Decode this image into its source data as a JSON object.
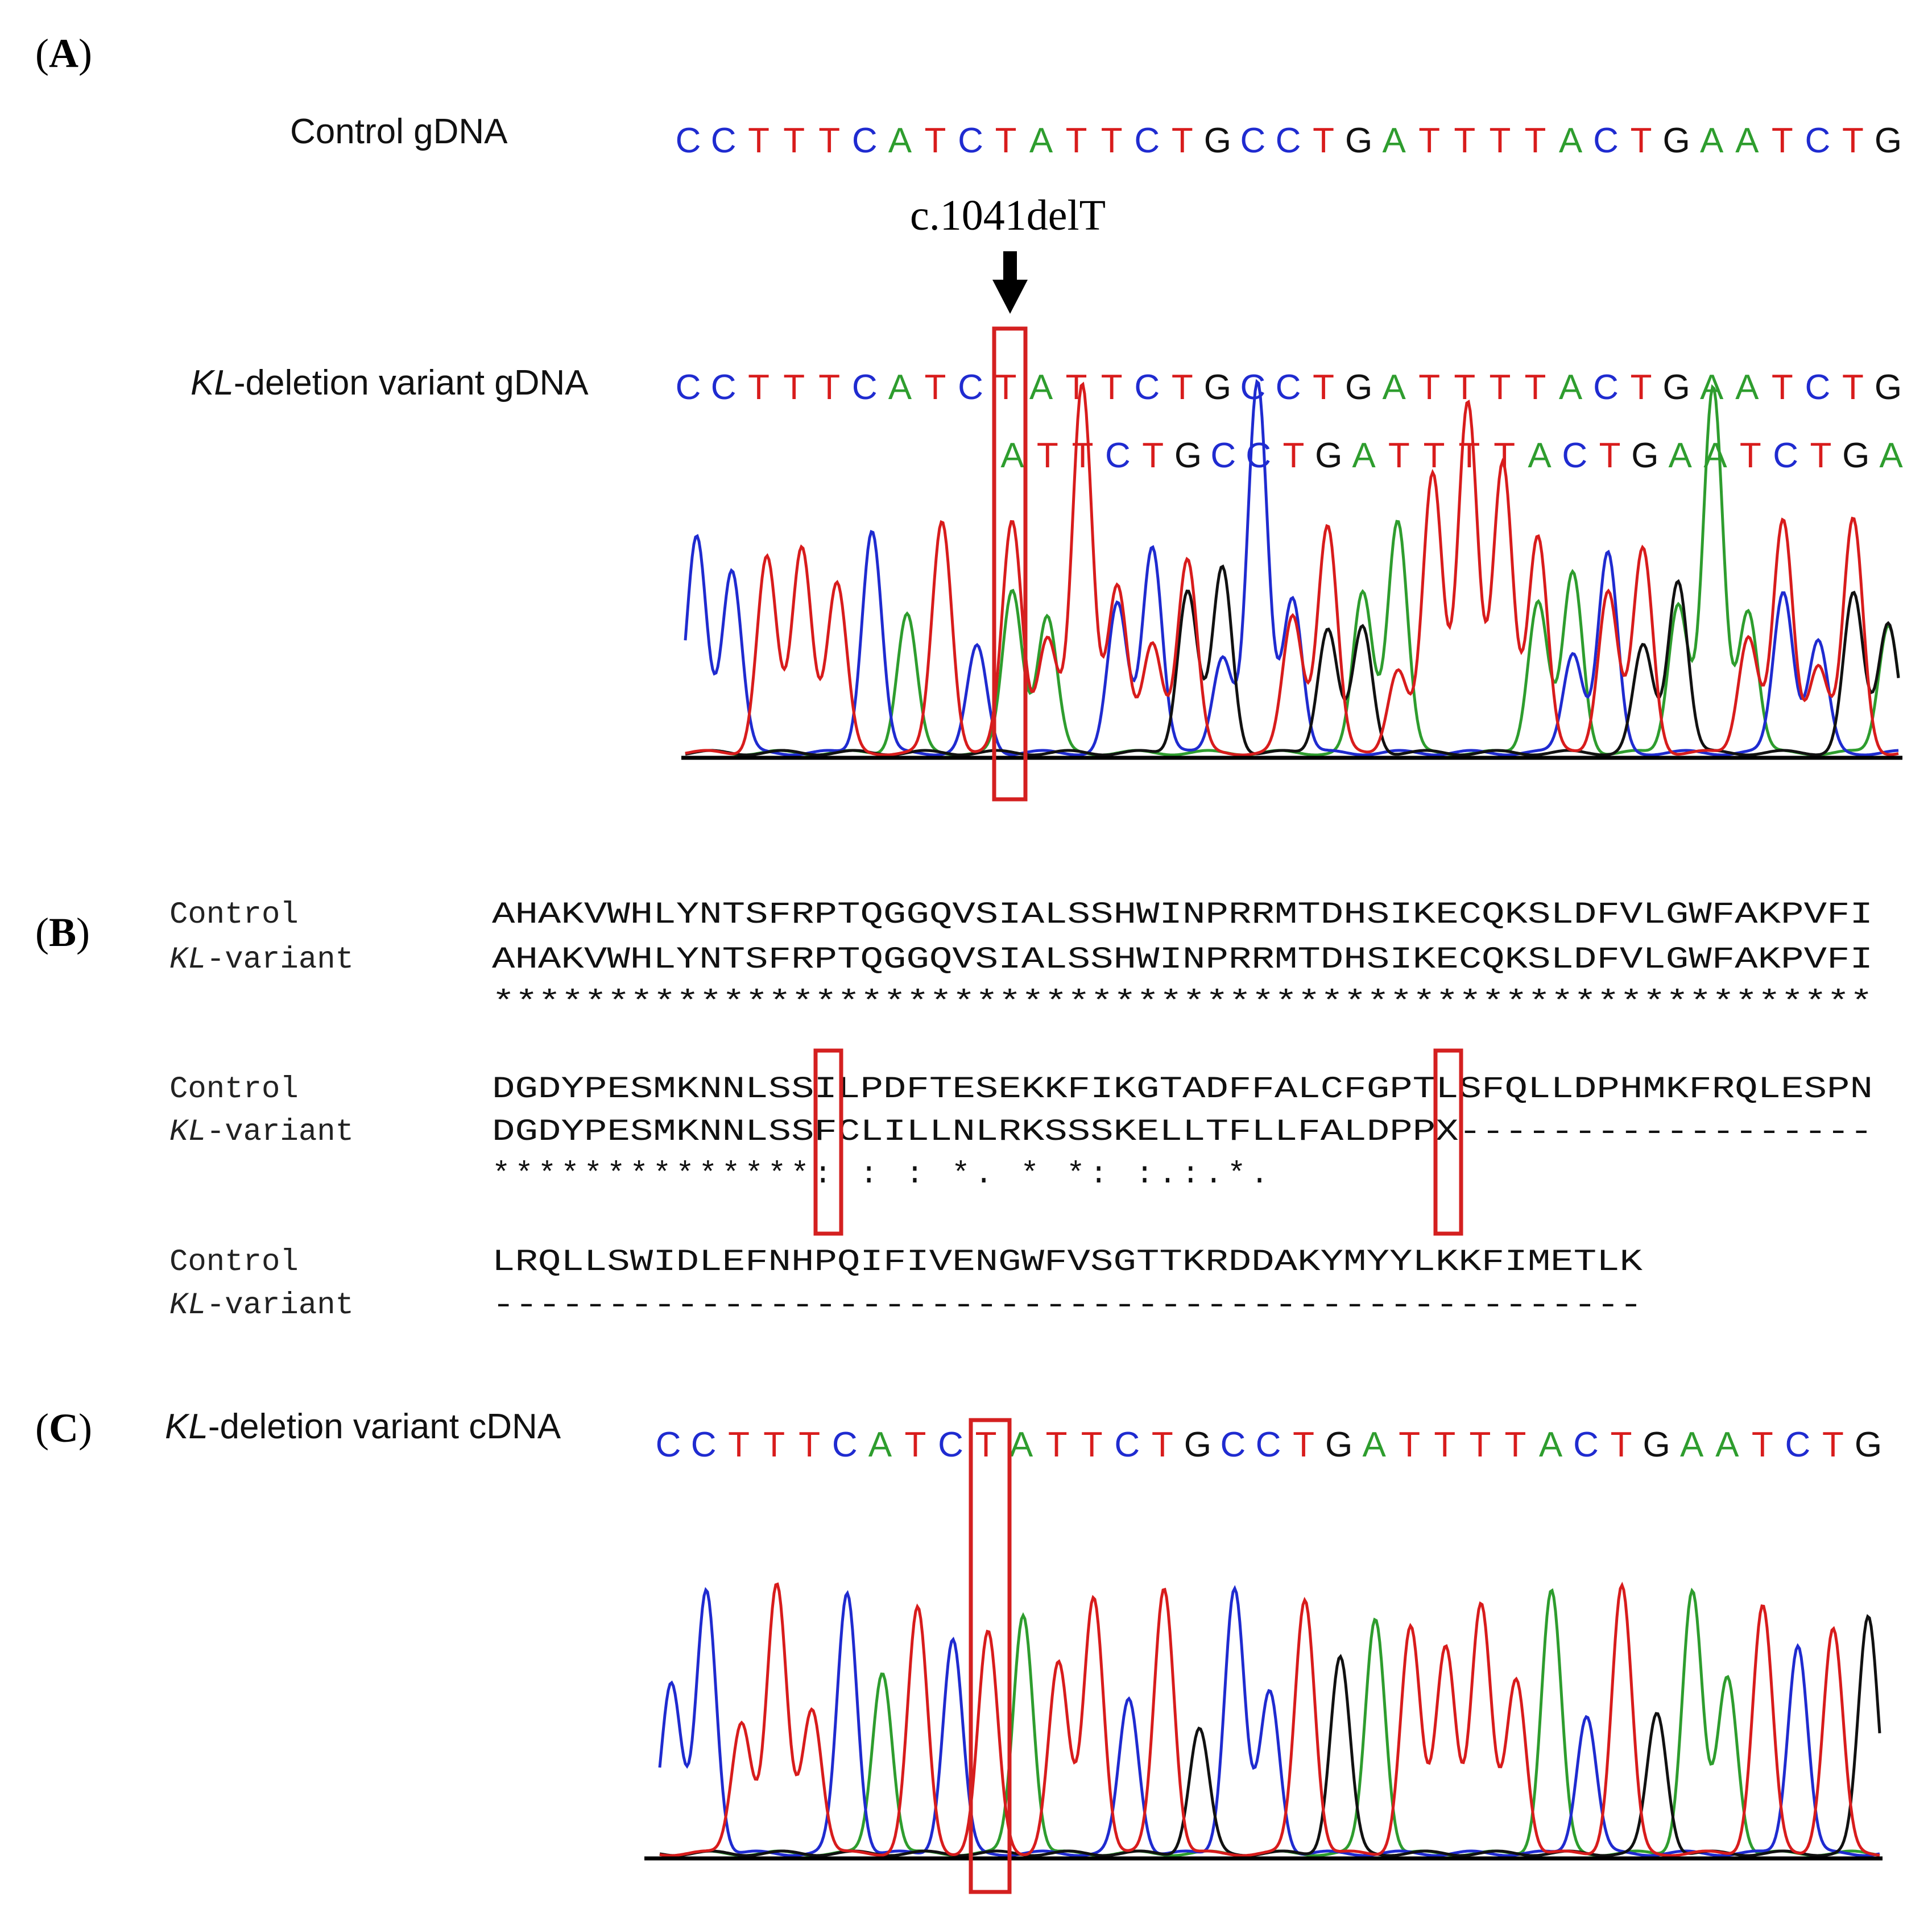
{
  "panels": {
    "a": "A",
    "b": "B",
    "c": "C"
  },
  "colors": {
    "A": "#2e9d2e",
    "C": "#1f2bd0",
    "G": "#111111",
    "T": "#d81c1c",
    "highlight": "#d42020",
    "axis": "#000000"
  },
  "panel_a": {
    "control_label": "Control gDNA",
    "variant_label_italic": "KL",
    "variant_label_rest": "-deletion variant gDNA",
    "mutation_label": "c.1041delT",
    "control_seq": "CCTTTCATCTATTCTGCCTGATTTTACTGAATCTG",
    "variant_seq_1": "CCTTTCATCTATTCTGCCTGATTTTACTGAATCTG",
    "variant_seq_2": "ATTCTGCCTGATTTTACTGAATCTGA",
    "trace_icon": "chromatogram-trace"
  },
  "panel_b": {
    "blocks": [
      {
        "control_label": "Control",
        "variant_label_italic": "KL",
        "variant_label_rest": "-variant",
        "control_seq": "AHAKVWHLYNTSFRPTQGGQVSIALSSHWINPRRMTDHSIKECQKSLDFVLGWFAKPVFI",
        "variant_seq": "AHAKVWHLYNTSFRPTQGGQVSIALSSHWINPRRMTDHSIKECQKSLDFVLGWFAKPVFI",
        "conservation": "************************************************************"
      },
      {
        "control_label": "Control",
        "variant_label_italic": "KL",
        "variant_label_rest": "-variant",
        "control_seq": "DGDYPESMKNNLSSILPDFTESEKKFIKGTADFFALCFGPTLSFQLLDPHMKFRQLESPN",
        "variant_seq": "DGDYPESMKNNLSSFCLILLNLRKSSSKELLTFLLFALDPPX------------------",
        "conservation": "**************:   : :  *.  *    *: :.:.*."
      },
      {
        "control_label": "Control",
        "variant_label_italic": "KL",
        "variant_label_rest": "-variant",
        "control_seq": "LRQLLSWIDLEFNHPQIFIVENGWFVSGTTKRDDAKYMYYLKKFIMETLK",
        "variant_seq": "--------------------------------------------------",
        "conservation": ""
      }
    ]
  },
  "panel_c": {
    "label_italic": "KL",
    "label_rest": "-deletion variant cDNA",
    "seq": "CCTTTCATCTATTCTGCCTGATTTTACTGAATCTG",
    "trace_icon": "chromatogram-trace"
  }
}
